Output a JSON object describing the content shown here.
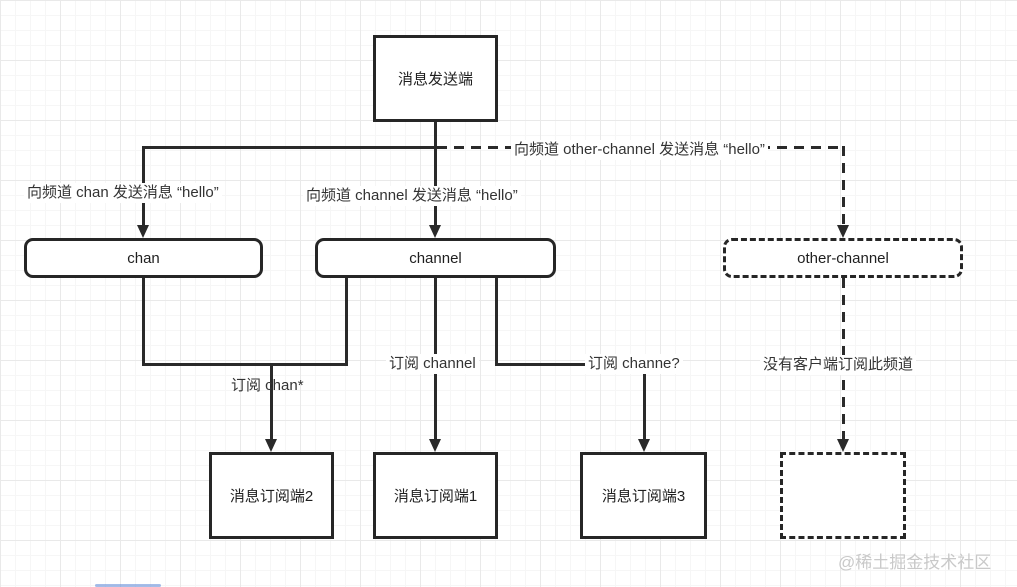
{
  "diagram": {
    "nodes": {
      "sender": {
        "label": "消息发送端"
      },
      "chan": {
        "label": "chan"
      },
      "channel": {
        "label": "channel"
      },
      "other_channel": {
        "label": "other-channel"
      },
      "sub2": {
        "label": "消息订阅端2"
      },
      "sub1": {
        "label": "消息订阅端1"
      },
      "sub3": {
        "label": "消息订阅端3"
      },
      "empty": {
        "label": ""
      }
    },
    "edge_labels": {
      "publish_chan": "向频道 chan 发送消息 “hello”",
      "publish_channel": "向频道 channel 发送消息 “hello”",
      "publish_other_channel": "向频道 other-channel 发送消息 “hello”",
      "subscribe_chan_star": "订阅 chan*",
      "subscribe_channel": "订阅 channel",
      "subscribe_channe_q": "订阅 channe?",
      "no_subscriber": "没有客户端订阅此频道"
    }
  },
  "watermark": "@稀土掘金技术社区",
  "colors": {
    "line": "#2a2a2a",
    "node_border": "#262626",
    "node_fill": "#ffffff",
    "label_text": "#333333",
    "watermark": "#c9c9c9",
    "grid_minor": "#f6f6f6",
    "grid_major": "#e9e9e9",
    "scrollbar": "#5b87d7"
  }
}
